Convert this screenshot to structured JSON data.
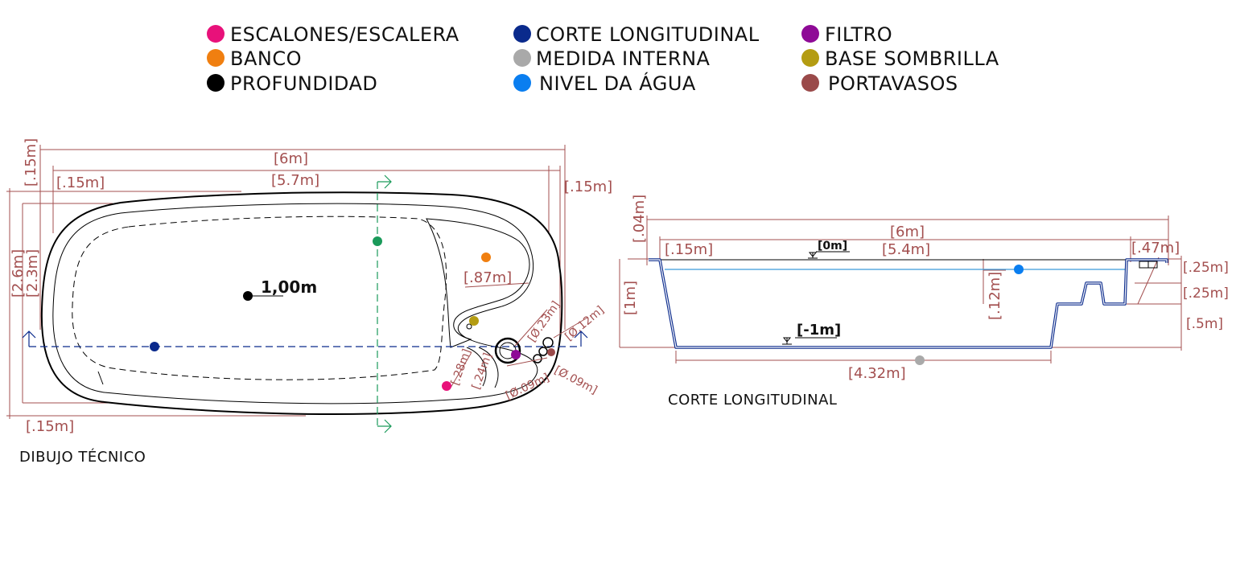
{
  "legend": [
    {
      "label": "ESCALONES/ESCALERA",
      "color": "#e8117a",
      "icon": "step-dot-icon"
    },
    {
      "label": "BANCO",
      "color": "#f07f10",
      "icon": "bench-dot-icon"
    },
    {
      "label": "PROFUNDIDAD",
      "color": "#000000",
      "icon": "depth-dot-icon"
    },
    {
      "label": "CORTE LONGITUDINAL",
      "color": "#0a2a8c",
      "icon": "section-dot-icon"
    },
    {
      "label": "MEDIDA INTERNA",
      "color": "#a9a9a9",
      "icon": "internal-measure-dot-icon"
    },
    {
      "label": "NIVEL DA ÁGUA",
      "color": "#0a7ef0",
      "icon": "water-level-dot-icon"
    },
    {
      "label": "FILTRO",
      "color": "#8e0a96",
      "icon": "filter-dot-icon"
    },
    {
      "label": "BASE SOMBRILLA",
      "color": "#b49c12",
      "icon": "umbrella-base-dot-icon"
    },
    {
      "label": "PORTAVASOS",
      "color": "#9a4a4a",
      "icon": "cupholder-dot-icon"
    }
  ],
  "plan": {
    "caption": "DIBUJO TÉCNICO",
    "depth_label": "1,00m",
    "dims": {
      "total_length": "[6m]",
      "inner_length": "[5.7m]",
      "left_margin": "[.15m]",
      "right_margin": "[.15m]",
      "bottom_margin": "[.15m]",
      "top_margin_vertical": "[.15m]",
      "total_width": "[2.6m]",
      "inner_width": "[2.3m]",
      "bench_width": "[.87m]",
      "step_a": "[.28m]",
      "step_b": "[.24m]",
      "filter_diameter": "[Ø.23m]",
      "cup_diameter_a": "[Ø.12m]",
      "cup_diameter_b": "[Ø.09m]",
      "cup_diameter_c": "[Ø.09m]"
    }
  },
  "section": {
    "caption": "CORTE LONGITUDINAL",
    "dims": {
      "total_length": "[6m]",
      "rim": "[.04m]",
      "left_margin": "[.15m]",
      "level_zero": "[0m]",
      "inner_length": "[5.4m]",
      "right_offset": "[.47m]",
      "depth": "[1m]",
      "water_gap": "[.12m]",
      "level_minus_one": "[-1m]",
      "bottom_length": "[4.32m]",
      "step_1": "[.25m]",
      "step_2": "[.25m]",
      "step_3": "[.5m]"
    }
  }
}
